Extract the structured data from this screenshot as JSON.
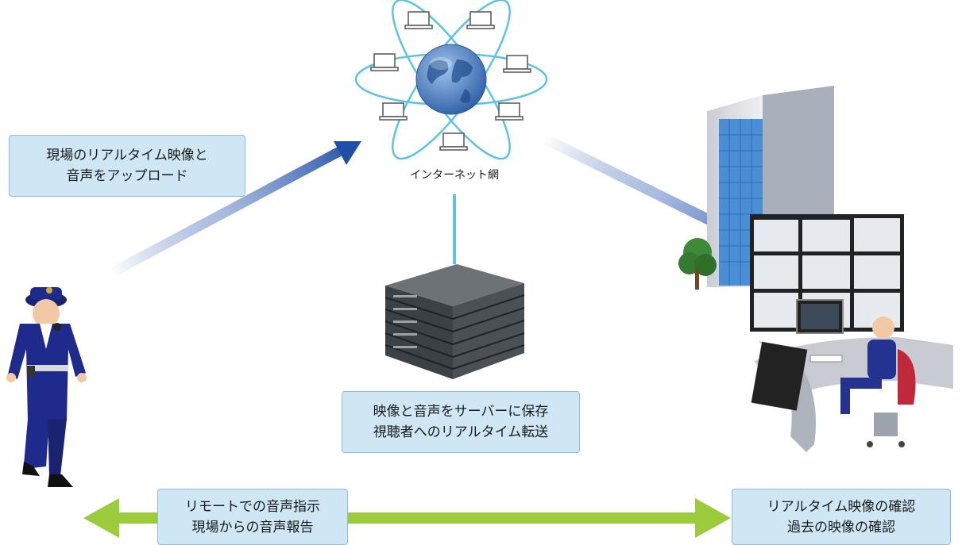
{
  "upload_box": {
    "line1": "現場のリアルタイム映像と",
    "line2": "音声をアップロード"
  },
  "network": {
    "label": "インターネット網"
  },
  "server_box": {
    "line1": "映像と音声をサーバーに保存",
    "line2": "視聴者へのリアルタイム転送"
  },
  "voice_box": {
    "line1": "リモートでの音声指示",
    "line2": "現場からの音声報告"
  },
  "confirm_box": {
    "line1": "リアルタイム映像の確認",
    "line2": "過去の映像の確認"
  },
  "colors": {
    "box_fill": "#cfe7f5",
    "arrow_blue": "#1f4fa6",
    "arrow_green": "#9ccb3c",
    "uniform": "#1e2a8c",
    "link_line": "#5cc3e6"
  }
}
